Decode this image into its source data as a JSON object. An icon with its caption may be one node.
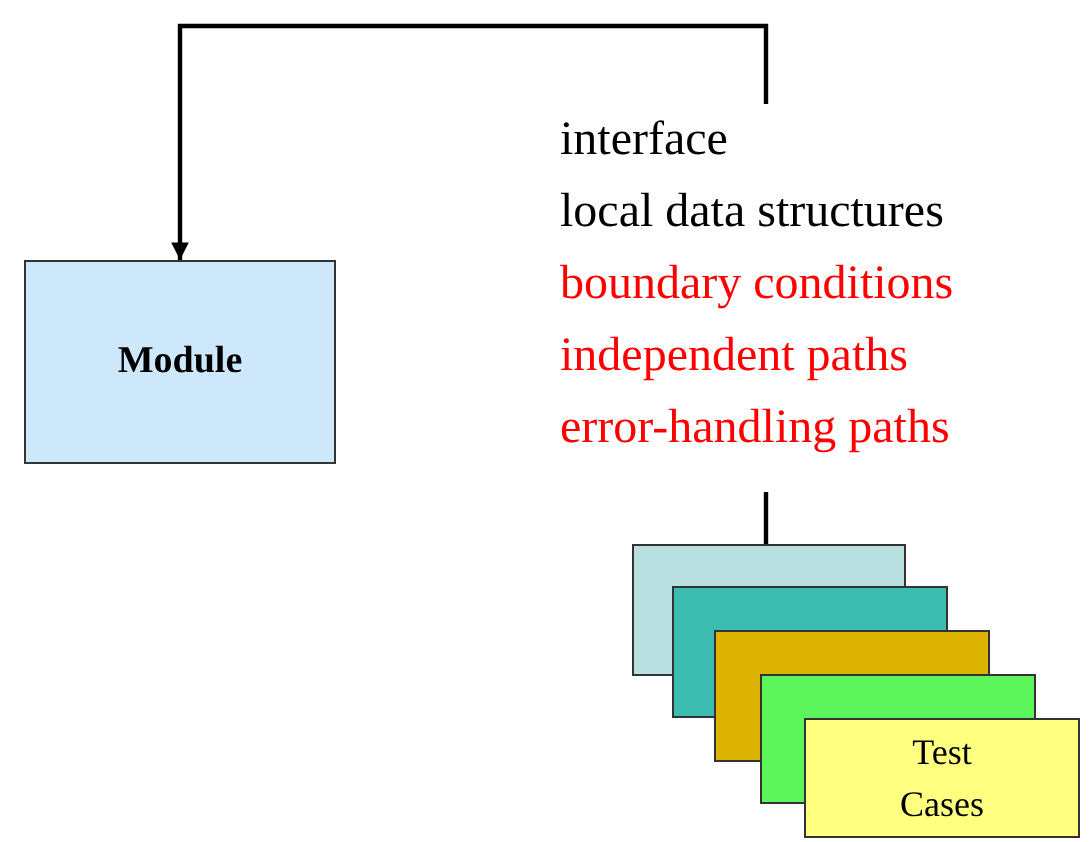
{
  "diagram": {
    "nodes": [
      {
        "text": [
          "Module"
        ]
      },
      {
        "text": [
          "interface",
          "local data structures",
          "boundary conditions",
          "independent paths",
          "error-handling paths"
        ]
      },
      {
        "text": [],
        "shape": "box"
      },
      {
        "text": [],
        "shape": "box"
      },
      {
        "text": [],
        "shape": "box"
      },
      {
        "text": [],
        "shape": "box"
      },
      {
        "text": [
          "Test Cases"
        ]
      }
    ],
    "edges": [
      {
        "from": 1,
        "to": 0,
        "arrow": "to"
      },
      {
        "from": 1,
        "to": 2,
        "arrow": "none"
      }
    ]
  }
}
